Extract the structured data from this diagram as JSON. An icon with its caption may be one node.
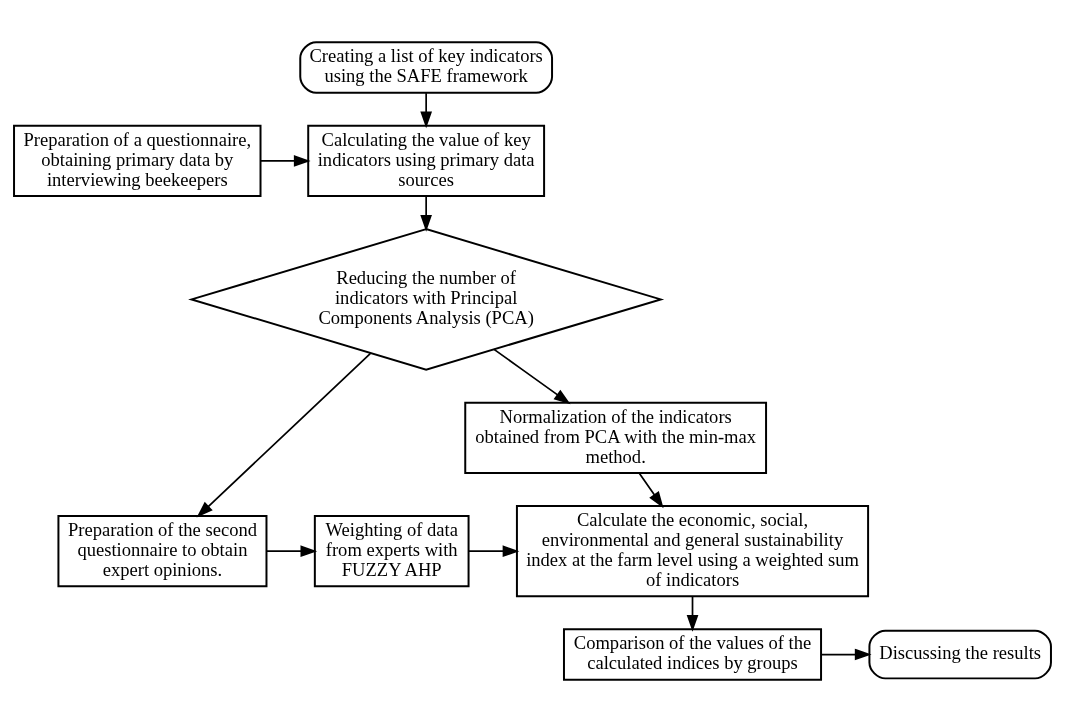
{
  "diagram": {
    "nodes": [
      {
        "text": [
          "Creating a list of key indicators using the SAFE framework"
        ]
      },
      {
        "text": [
          "Calculating the value of key indicators using primary data sources"
        ]
      },
      {
        "text": [
          "Preparation of a questionnaire, obtaining primary data by interviewing beekeepers"
        ]
      },
      {
        "text": [
          "Reducing the number of indicators with Principal Components Analysis (PCA)"
        ]
      },
      {
        "text": [
          "Normalization of the indicators obtained from PCA with the min-max method."
        ]
      },
      {
        "text": [
          "Calculate the economic, social, environmental and general sustainability index at the farm level using a weighted sum of indicators"
        ]
      },
      {
        "text": [
          "Weighting of data from experts with FUZZY AHP"
        ]
      },
      {
        "text": [
          "Preparation of the second questionnaire to obtain expert opinions."
        ]
      },
      {
        "text": [
          "Comparison of the values of the calculated indices by groups"
        ]
      },
      {
        "text": [
          "Discussing the results"
        ]
      }
    ],
    "edges": [
      {
        "from": 0,
        "to": 1,
        "arrow": "to"
      },
      {
        "from": 2,
        "to": 1,
        "arrow": "to"
      },
      {
        "from": 1,
        "to": 3,
        "arrow": "to"
      },
      {
        "from": 3,
        "to": 4,
        "arrow": "to"
      },
      {
        "from": 3,
        "to": 7,
        "arrow": "to"
      },
      {
        "from": 4,
        "to": 5,
        "arrow": "to"
      },
      {
        "from": 7,
        "to": 6,
        "arrow": "to"
      },
      {
        "from": 6,
        "to": 5,
        "arrow": "to"
      },
      {
        "from": 5,
        "to": 8,
        "arrow": "to"
      },
      {
        "from": 8,
        "to": 9,
        "arrow": "to"
      }
    ]
  }
}
